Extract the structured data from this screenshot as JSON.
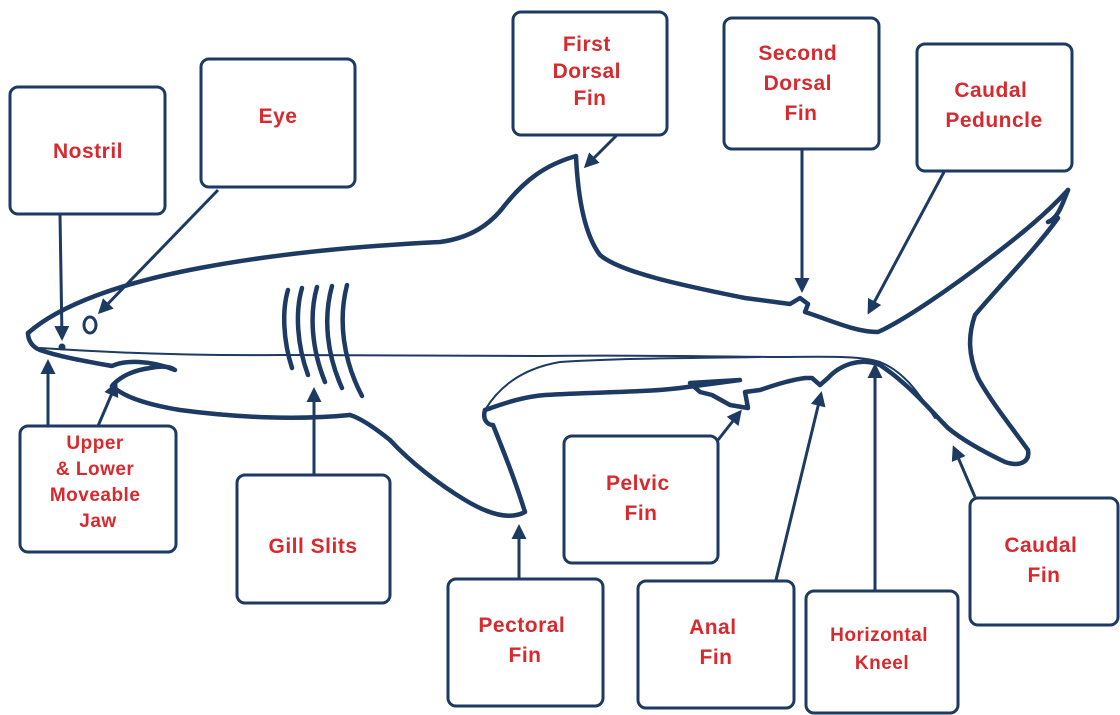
{
  "colors": {
    "outline": "#1d3a63",
    "label_text": "#d72a2f",
    "background": "#ffffff"
  },
  "labels": {
    "nostril": [
      "Nostril"
    ],
    "eye": [
      "Eye"
    ],
    "first_dorsal_fin": [
      "First",
      "Dorsal",
      "Fin"
    ],
    "second_dorsal_fin": [
      "Second",
      "Dorsal",
      "Fin"
    ],
    "caudal_peduncle": [
      "Caudal",
      "Peduncle"
    ],
    "jaw": [
      "Upper",
      "& Lower",
      "Moveable",
      "Jaw"
    ],
    "gill_slits": [
      "Gill Slits"
    ],
    "pelvic_fin": [
      "Pelvic",
      "Fin"
    ],
    "pectoral_fin": [
      "Pectoral",
      "Fin"
    ],
    "anal_fin": [
      "Anal",
      "Fin"
    ],
    "horizontal_kneel": [
      "Horizontal",
      "Kneel"
    ],
    "caudal_fin": [
      "Caudal",
      "Fin"
    ]
  }
}
